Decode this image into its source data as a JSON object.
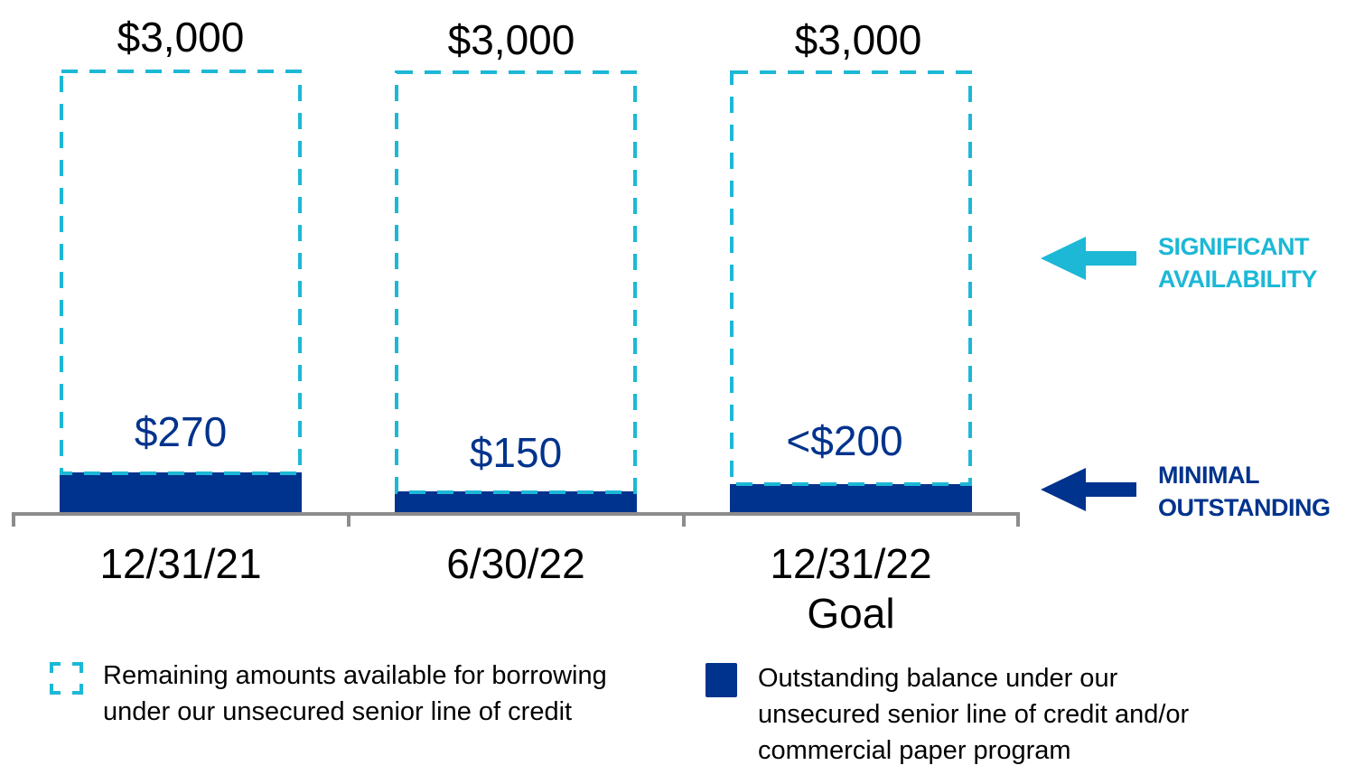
{
  "colors": {
    "available": "#1CB8D6",
    "outstanding": "#00338D",
    "axis": "#8C8C8C",
    "text": "#000000"
  },
  "chart_data": {
    "type": "bar",
    "title": "",
    "xlabel": "",
    "ylabel": "",
    "categories": [
      "12/31/21",
      "6/30/22",
      "12/31/22 Goal"
    ],
    "series": [
      {
        "name": "Outstanding balance under our unsecured senior line of credit and/or commercial paper program",
        "values": [
          270,
          150,
          200
        ],
        "labels": [
          "$270",
          "$150",
          "<$200"
        ]
      },
      {
        "name": "Remaining amounts available for borrowing under our unsecured senior line of credit",
        "values": [
          2730,
          2850,
          2800
        ]
      }
    ],
    "totals": [
      3000,
      3000,
      3000
    ],
    "total_labels": [
      "$3,000",
      "$3,000",
      "$3,000"
    ],
    "ylim": [
      0,
      3000
    ],
    "grid": false,
    "legend_position": "bottom",
    "annotations": [
      {
        "text": "SIGNIFICANT AVAILABILITY",
        "arrow": "left",
        "color": "#1CB8D6"
      },
      {
        "text": "MINIMAL OUTSTANDING",
        "arrow": "left",
        "color": "#00338D"
      }
    ]
  },
  "bars": [
    {
      "total": "$3,000",
      "value": "$270",
      "category": "12/31/21",
      "category2": ""
    },
    {
      "total": "$3,000",
      "value": "$150",
      "category": "6/30/22",
      "category2": ""
    },
    {
      "total": "$3,000",
      "value": "<$200",
      "category": "12/31/22",
      "category2": "Goal"
    }
  ],
  "annotations": {
    "availability": {
      "line1": "SIGNIFICANT",
      "line2": "AVAILABILITY"
    },
    "outstanding": {
      "line1": "MINIMAL",
      "line2": "OUTSTANDING"
    }
  },
  "legend": {
    "available": {
      "line1": "Remaining amounts available for borrowing",
      "line2": "under our unsecured senior line of credit"
    },
    "outstanding": {
      "line1": "Outstanding balance under our",
      "line2": "unsecured senior line of credit and/or",
      "line3": "commercial paper program"
    }
  }
}
